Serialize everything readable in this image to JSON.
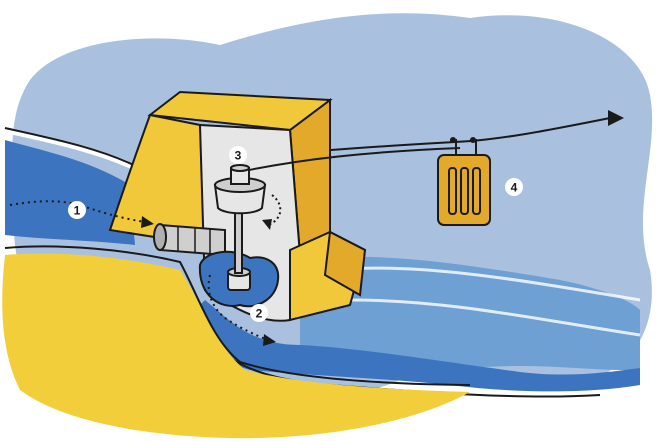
{
  "diagram": {
    "markers": [
      {
        "id": "intake",
        "label": "1"
      },
      {
        "id": "outflow",
        "label": "2"
      },
      {
        "id": "generator",
        "label": "3"
      },
      {
        "id": "transformer",
        "label": "4"
      }
    ]
  },
  "colors": {
    "sky": "#a9c0df",
    "water_light": "#6ea0d4",
    "water_dark": "#3d74bf",
    "sand": "#f2cf3a",
    "building_ochre": "#e2a92a",
    "building_yellow": "#f0c83a",
    "building_inner": "#e6e6e6",
    "pipe_gray": "#cfcfcf",
    "ink": "#1a1a1a"
  },
  "icons": [
    "arrow-head-icon",
    "flow-arrow-icon",
    "rotation-arrow-icon",
    "transformer-icon"
  ]
}
